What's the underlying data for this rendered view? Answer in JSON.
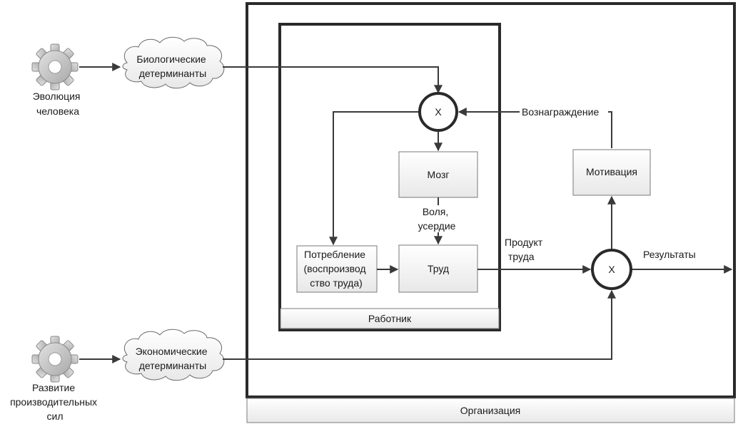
{
  "containers": {
    "organization_label": "Организация",
    "worker_label": "Работник"
  },
  "sources": {
    "evolution_label": [
      "Эволюция",
      "человека"
    ],
    "productive_forces_label": [
      "Развитие",
      "производительных",
      "сил"
    ]
  },
  "clouds": {
    "biological": [
      "Биологические",
      "детерминанты"
    ],
    "economic": [
      "Экономические",
      "детерминанты"
    ]
  },
  "boxes": {
    "brain": "Мозг",
    "labor": "Труд",
    "consumption": [
      "Потребление",
      "(воспроизвод",
      "ство труда)"
    ],
    "motivation": "Мотивация"
  },
  "junctions": {
    "upper": "X",
    "lower": "X"
  },
  "flow_labels": {
    "will": [
      "Воля,",
      "усердие"
    ],
    "product": [
      "Продукт",
      "труда"
    ],
    "reward": "Вознаграждение",
    "results": "Результаты"
  }
}
